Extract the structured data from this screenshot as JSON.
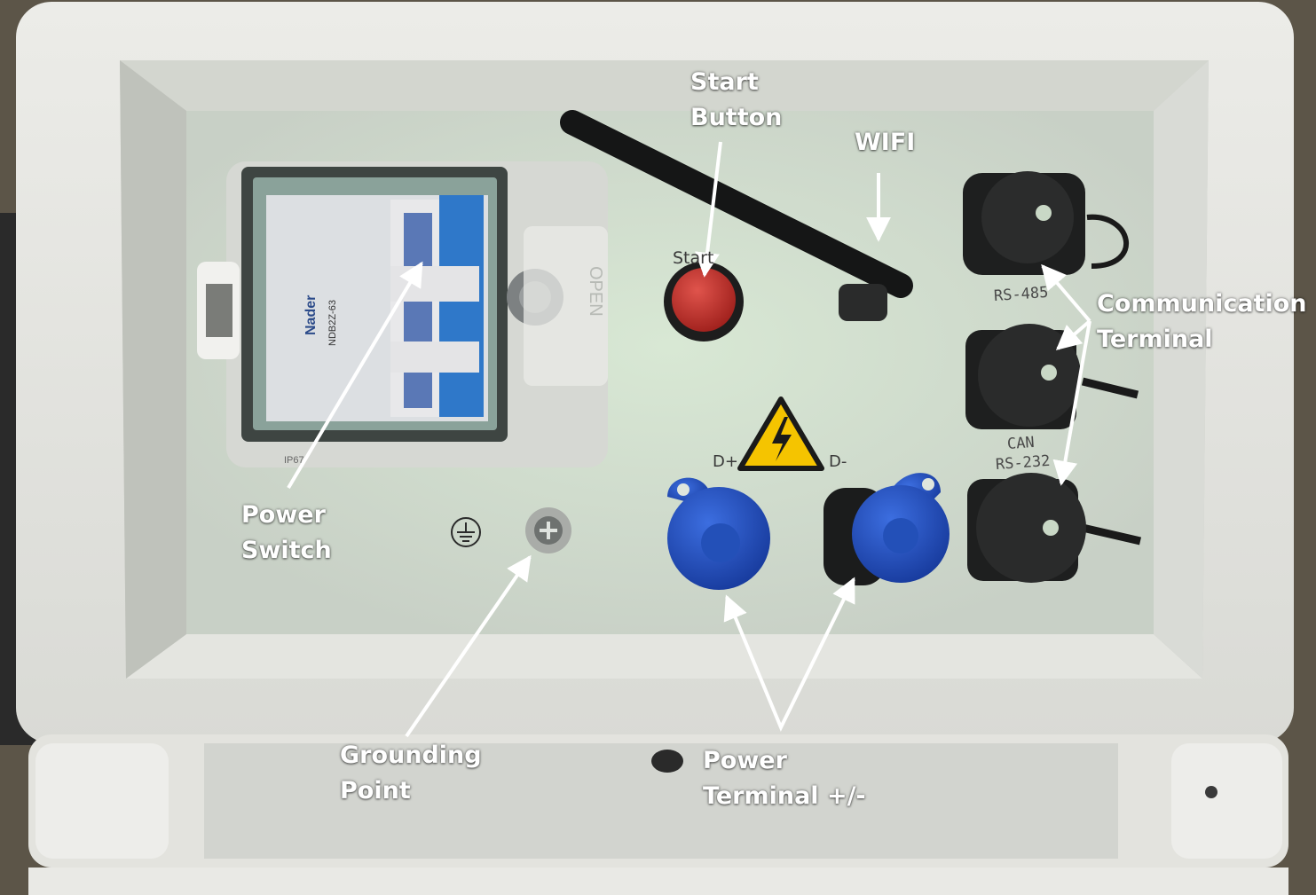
{
  "callouts": {
    "start_button": [
      "Start",
      "Button"
    ],
    "wifi": [
      "WIFI"
    ],
    "communication_terminal": [
      "Communication",
      "Terminal"
    ],
    "power_switch": [
      "Power",
      "Switch"
    ],
    "grounding_point": [
      "Grounding",
      "Point"
    ],
    "power_terminal": [
      "Power",
      "Terminal +/-"
    ]
  },
  "panel_labels": {
    "start": "Start",
    "rs485": "RS-485",
    "can": "CAN",
    "rs232": "RS-232",
    "d_plus": "D+",
    "d_minus": "D-"
  },
  "breaker": {
    "brand": "Nader",
    "model": "NDB2Z-63",
    "cover_text": "OPEN",
    "rating": "IP67"
  },
  "icons": [
    "ground-symbol-icon",
    "high-voltage-warning-icon"
  ],
  "colors": {
    "housing": "#e6e6e1",
    "panel": "#dfe5dd",
    "start_button": "#c8302c",
    "dc_caps": "#1f4fc4",
    "connector": "#1c1d1d"
  }
}
